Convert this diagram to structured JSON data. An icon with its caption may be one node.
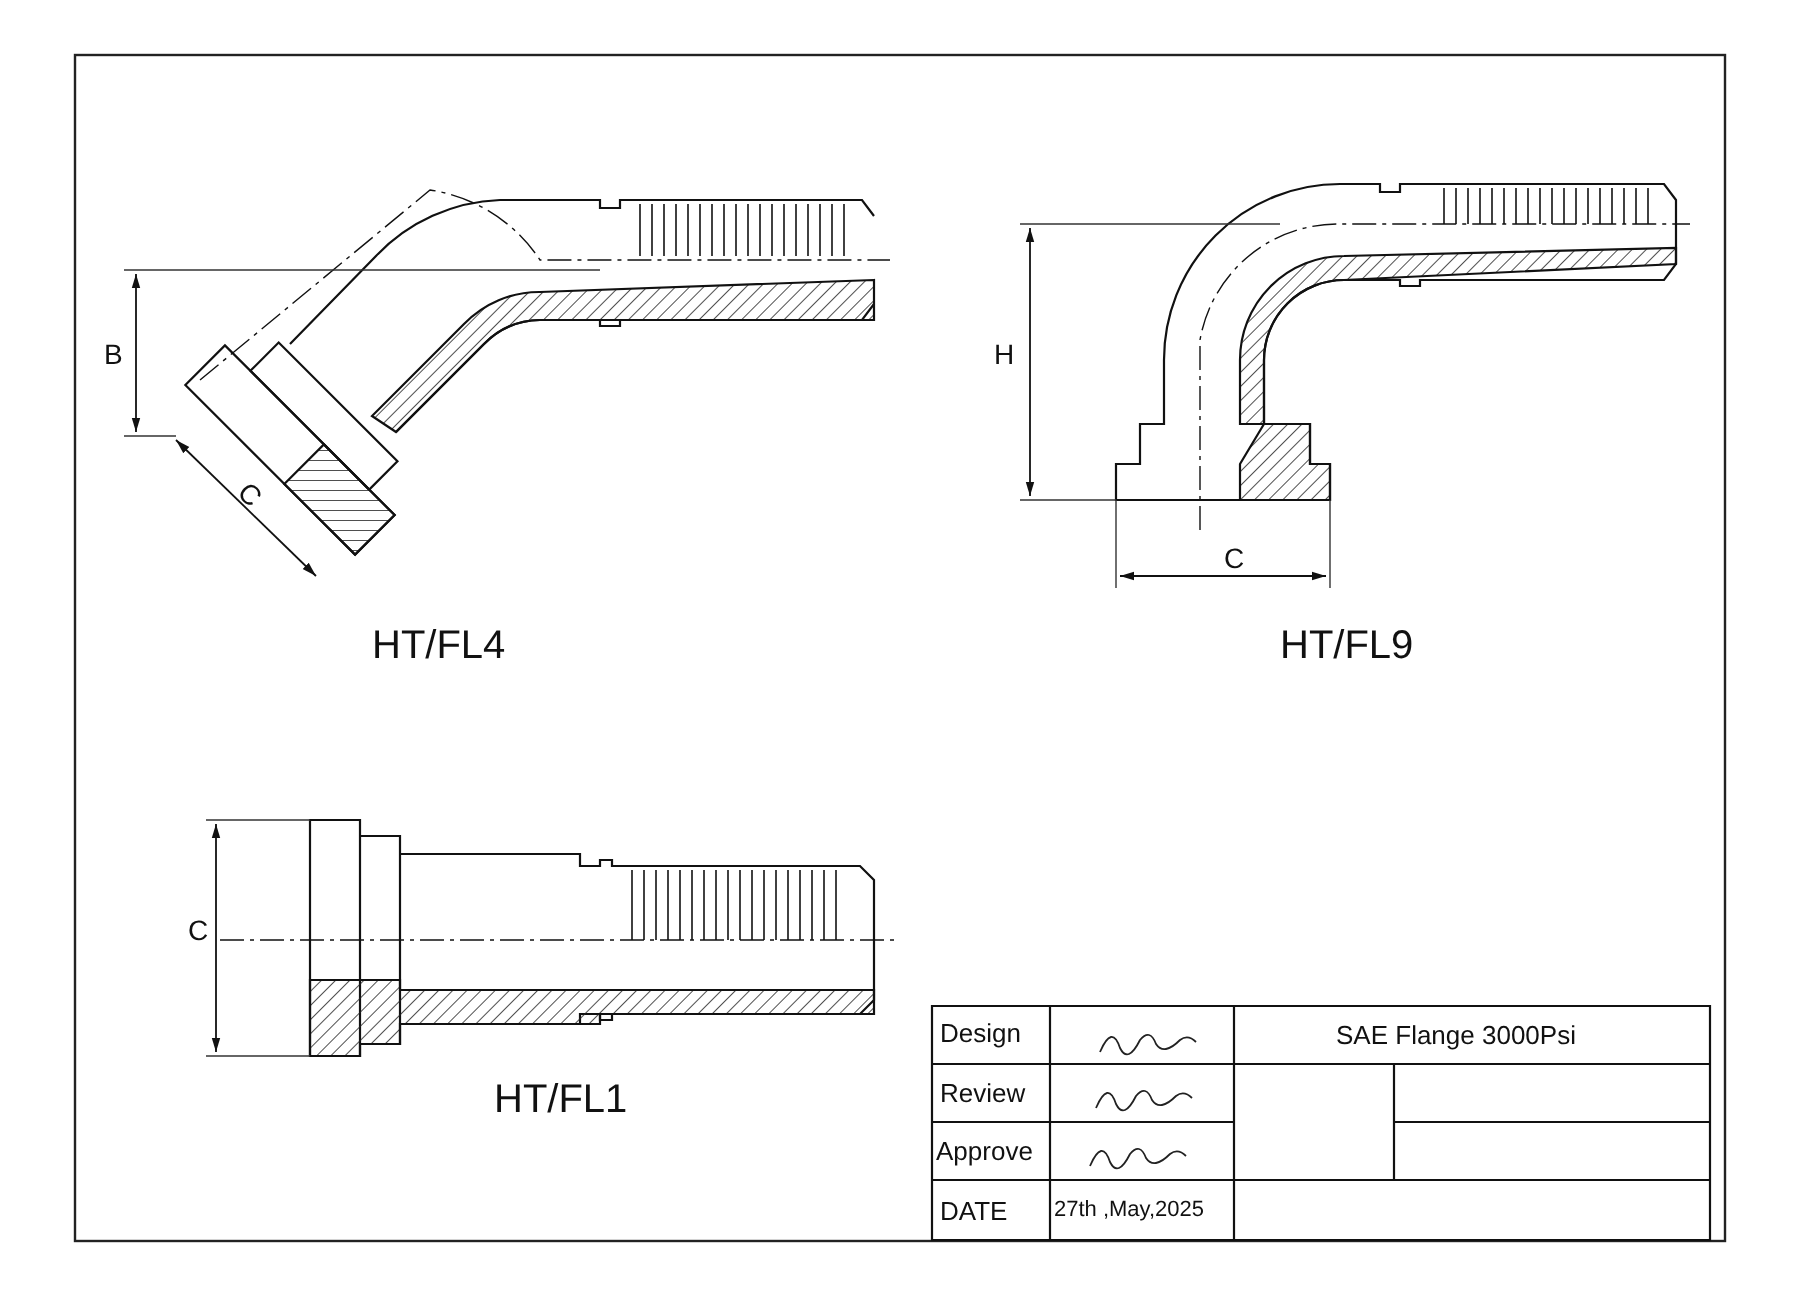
{
  "diagram": {
    "labels": [
      "B",
      "C",
      "HT/FL4",
      "H",
      "C",
      "HT/FL9",
      "C",
      "HT/FL1",
      "Design",
      "SAE Flange 3000Psi",
      "Review",
      "Approve",
      "DATE",
      "27th ,May,2025"
    ]
  }
}
